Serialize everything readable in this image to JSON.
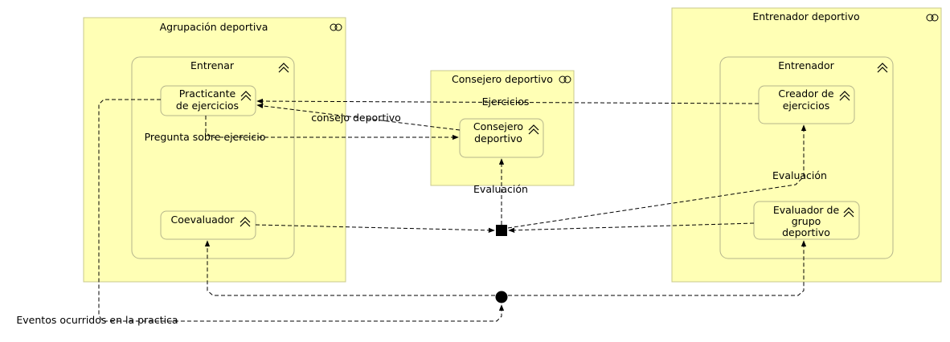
{
  "colors": {
    "container_fill": "#ffffb5",
    "container_stroke": "#c8c88c",
    "inner_stroke": "#b4b48c",
    "line": "#000000"
  },
  "icons": {
    "collaboration": "collaboration-icon",
    "role": "role-icon"
  },
  "diagram": {
    "containers": {
      "agrupacion": {
        "title": "Agrupación deportiva"
      },
      "entrenar": {
        "title": "Entrenar"
      },
      "consejero_group": {
        "title": "Consejero deportivo"
      },
      "entrenador_group": {
        "title": "Entrenador deportivo"
      },
      "entrenador": {
        "title": "Entrenador"
      }
    },
    "nodes": {
      "practicante": {
        "line1": "Practicante",
        "line2": "de ejercicios"
      },
      "coevaluador": {
        "line1": "Coevaluador"
      },
      "consejero": {
        "line1": "Consejero",
        "line2": "deportivo"
      },
      "creador": {
        "line1": "Creador de",
        "line2": "ejercicios"
      },
      "evaluador": {
        "line1": "Evaluador de",
        "line2": "grupo",
        "line3": "deportivo"
      }
    },
    "labels": {
      "ejercicios": "Ejercicios",
      "consejo": "consejo deportivo",
      "pregunta": "Pregunta sobre ejercicio",
      "evaluacion_left": "Evaluación",
      "evaluacion_right": "Evaluación",
      "eventos": "Eventos ocurridos en la practica"
    }
  }
}
